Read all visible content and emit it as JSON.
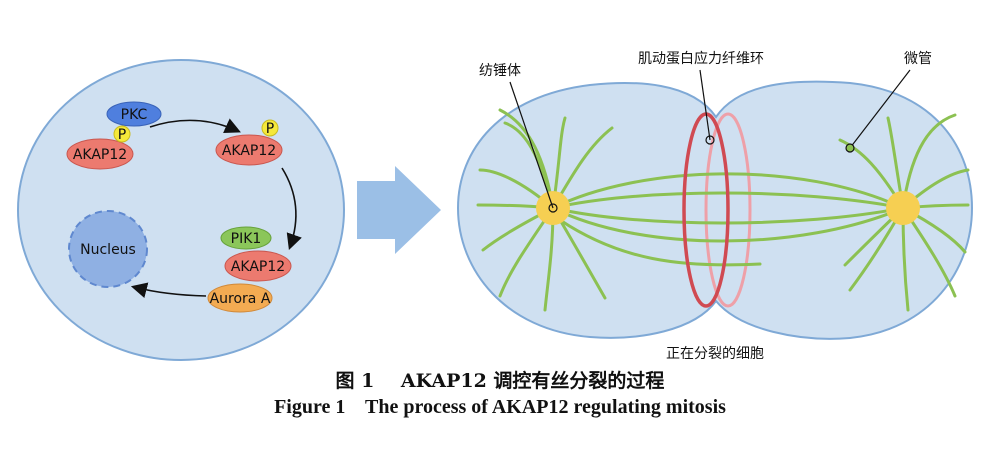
{
  "left_cell": {
    "nucleus": "Nucleus",
    "pkc": "PKC",
    "phospho": "P",
    "akap12": "AKAP12",
    "pik1": "PIK1",
    "aurora_a": "Aurora A"
  },
  "right_cell": {
    "spindle_label": "纺锤体",
    "actomyosin_ring_label": "肌动蛋白应力纤维环",
    "microtubule_label": "微管",
    "dividing_cell_label": "正在分裂的细胞"
  },
  "caption": {
    "cn_number": "图 1",
    "cn_title": "AKAP12 调控有丝分裂的过程",
    "en_number": "Figure 1",
    "en_title": "The process of AKAP12 regulating mitosis"
  },
  "colors": {
    "cell_fill": "#cfe0f1",
    "cell_stroke": "#7fa9d6",
    "pkc": "#4f7fde",
    "akap12": "#ec7a6f",
    "phospho": "#f5e83a",
    "pik1": "#8bc65a",
    "aurora_a": "#f3ab52",
    "nucleus": "#8fb0e3",
    "arrow": "#9bbfe6",
    "microtubule": "#8cc152",
    "centrosome": "#f6cf52",
    "ring_front": "#d04a52",
    "ring_back": "#eea0a8"
  }
}
